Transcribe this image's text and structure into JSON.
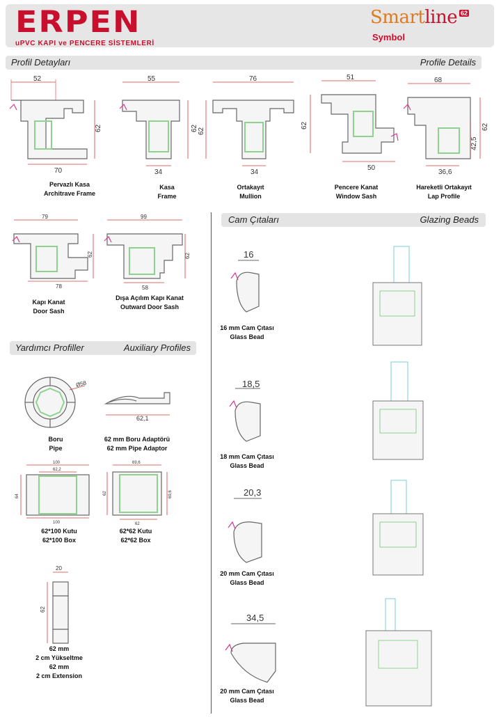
{
  "header": {
    "brand": "ERPEN",
    "brand_subtitle": "uPVC KAPI ve PENCERE SİSTEMLERİ",
    "product_a": "Smart",
    "product_b": "line",
    "product_badge": "62",
    "symbol_label": "Symbol"
  },
  "colors": {
    "brand_red": "#c8102e",
    "accent_orange": "#e07a1e",
    "bar_gray": "#e4e4e4",
    "glass_green": "#8fd18f",
    "dim_red": "#d43a3a",
    "gasket_pink": "#d23c8c"
  },
  "sections": {
    "profile": {
      "left": "Profil Detayları",
      "right": "Profile Details"
    },
    "glazing": {
      "left": "Cam Çıtaları",
      "right": "Glazing Beads"
    },
    "auxiliary": {
      "left": "Yardımcı Profiller",
      "right": "Auxiliary Profiles"
    }
  },
  "profiles": [
    {
      "top_dim": "52",
      "side_dim": "62",
      "bottom_dim": "70",
      "line1": "Pervazlı Kasa",
      "line2": "Architrave Frame"
    },
    {
      "top_dim": "55",
      "side_dim": "62",
      "bottom_dim": "34",
      "line1": "Kasa",
      "line2": "Frame"
    },
    {
      "top_dim": "76",
      "side_dim": "62",
      "bottom_dim": "34",
      "line1": "Ortakayıt",
      "line2": "Mullion"
    },
    {
      "top_dim": "51",
      "side_dim": "62",
      "bottom_dim": "50",
      "line1": "Pencere Kanat",
      "line2": "Window Sash"
    },
    {
      "top_dim": "68",
      "side_dim": "62",
      "side_dim2": "42,5",
      "bottom_dim": "36,6",
      "line1": "Hareketli Ortakayıt",
      "line2": "Lap Profile"
    },
    {
      "top_dim": "79",
      "side_dim": "62",
      "bottom_dim": "78",
      "line1": "Kapı Kanat",
      "line2": "Door Sash"
    },
    {
      "top_dim": "99",
      "side_dim": "62",
      "bottom_dim": "58",
      "line1": "Dışa Açılım Kapı Kanat",
      "line2": "Outward Door Sash"
    }
  ],
  "beads": [
    {
      "dim": "16",
      "line1": "16 mm Cam Çıtası",
      "line2": "Glass Bead"
    },
    {
      "dim": "18,5",
      "line1": "18 mm Cam Çıtası",
      "line2": "Glass Bead"
    },
    {
      "dim": "20,3",
      "line1": "20 mm Cam Çıtası",
      "line2": "Glass Bead"
    },
    {
      "dim": "34,5",
      "line1": "20 mm Cam Çıtası",
      "line2": "Glass Bead"
    }
  ],
  "auxiliary": [
    {
      "dim": "Ø58",
      "line1": "Boru",
      "line2": "Pipe"
    },
    {
      "dim": "62,1",
      "line1": "62 mm Boru Adaptörü",
      "line2": "62 mm Pipe Adaptor"
    },
    {
      "dim_top1": "100",
      "dim_top2": "62,2",
      "dim_side": "64",
      "dim_bottom": "100",
      "line1": "62*100 Kutu",
      "line2": "62*100 Box"
    },
    {
      "dim_top": "69,6",
      "dim_side": "62",
      "dim_side2": "69,6",
      "dim_bottom": "62",
      "line1": "62*62 Kutu",
      "line2": "62*62 Box"
    },
    {
      "dim_top": "20",
      "dim_side": "62",
      "line1": "62 mm",
      "line2": "2 cm Yükseltme",
      "line3": "62 mm",
      "line4": "2 cm Extension"
    }
  ]
}
